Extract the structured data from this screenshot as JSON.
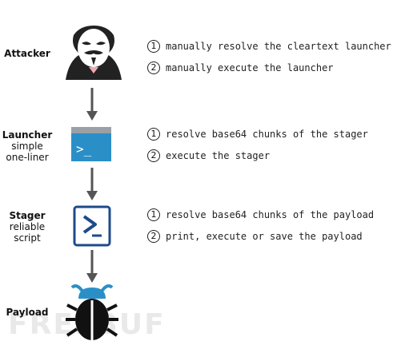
{
  "stages": [
    {
      "name": "Attacker",
      "sub": "",
      "steps": [
        {
          "num": "1",
          "text": "manually resolve the cleartext launcher"
        },
        {
          "num": "2",
          "text": "manually execute the launcher"
        }
      ]
    },
    {
      "name": "Launcher",
      "sub": "simple one-liner",
      "steps": [
        {
          "num": "1",
          "text": "resolve base64 chunks of the stager"
        },
        {
          "num": "2",
          "text": "execute the stager"
        }
      ]
    },
    {
      "name": "Stager",
      "sub": "reliable script",
      "steps": [
        {
          "num": "1",
          "text": "resolve base64 chunks of the payload"
        },
        {
          "num": "2",
          "text": "print, execute or save the payload"
        }
      ]
    },
    {
      "name": "Payload",
      "sub": "",
      "steps": []
    }
  ],
  "sub_lines": {
    "launcher_1": "simple",
    "launcher_2": "one-liner",
    "stager_1": "reliable",
    "stager_2": "script"
  },
  "watermark": "FREEBUF",
  "colors": {
    "arrow": "#555555",
    "terminal_bar": "#9aa0a6",
    "terminal_body": "#2b8fc7",
    "stager_blue": "#1e4a8c",
    "bug_blue": "#2b8fc7",
    "bug_black": "#111111"
  },
  "icons": [
    "anonymous-mask-icon",
    "terminal-icon",
    "powershell-icon",
    "bug-icon"
  ]
}
